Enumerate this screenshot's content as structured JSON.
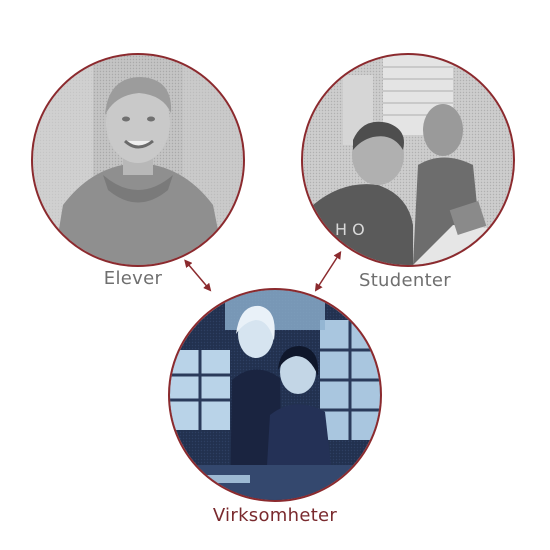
{
  "nodes": {
    "elever": {
      "label": "Elever",
      "tone": "grayscale"
    },
    "studenter": {
      "label": "Studenter",
      "tone": "grayscale"
    },
    "virksomheter": {
      "label": "Virksomheter",
      "tone": "blue-duotone"
    }
  },
  "colors": {
    "ring": "#8b2a2e",
    "arrow": "#8b2a2e",
    "label_grey": "#6f6f6f",
    "label_accent": "#7a2a2e",
    "photo_grey_bg": "#bdbdbd",
    "photo_blue_bg": "#1d2a45"
  },
  "connections": [
    {
      "from": "elever",
      "to": "virksomheter",
      "direction": "both"
    },
    {
      "from": "studenter",
      "to": "virksomheter",
      "direction": "both"
    }
  ]
}
